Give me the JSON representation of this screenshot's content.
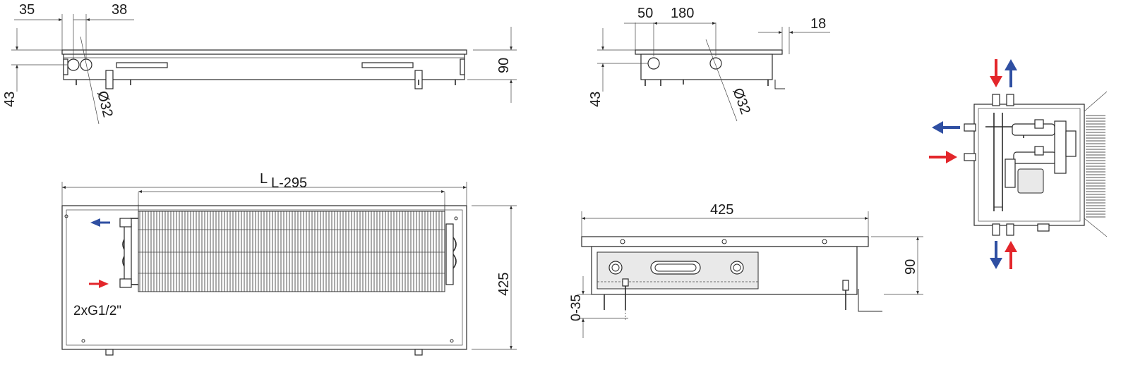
{
  "dimensions": {
    "d35": "35",
    "d38": "38",
    "d90_left": "90",
    "d43_left": "43",
    "dia32_left": "Ø32",
    "d50": "50",
    "d180": "180",
    "d18": "18",
    "d43_mid": "43",
    "dia32_mid": "Ø32",
    "L": "L",
    "L_minus": "L-295",
    "d425_plan": "425",
    "connection": "2xG1/2\"",
    "d425_front": "425",
    "d90_front": "90",
    "d0_35": "0-35"
  },
  "colors": {
    "supply_arrow": "#e3262b",
    "return_arrow": "#2f4fa2",
    "line": "#2a2a2a"
  },
  "icons": {
    "flow_in": "arrow-right-red",
    "flow_out": "arrow-left-blue",
    "flow_up": "arrow-up-blue",
    "flow_down": "arrow-down-red"
  }
}
